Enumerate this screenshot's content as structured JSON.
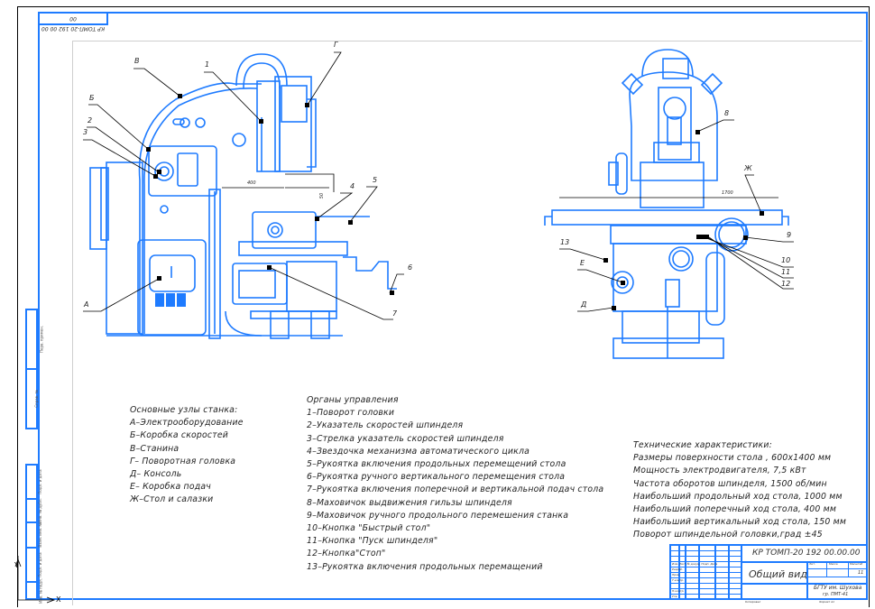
{
  "drawing": {
    "document_code": "КР ТОМП-20 192 00.00.00",
    "document_code_mirrored": "КР ТОМП-20 192 00 00 00",
    "title": "Общий вид",
    "organization": "БГТУ им. Шухова",
    "group": "гр. ПМТ-41",
    "sheet_label": "11",
    "axis_y": "Y",
    "axis_x": "X"
  },
  "colors": {
    "line": "#1e7bff",
    "leader": "#000000",
    "text": "#222222"
  },
  "dimensions": {
    "front_width": "400",
    "front_height": "50",
    "side_width": "1700"
  },
  "front_view_labels": {
    "A": "А",
    "B": "Б",
    "V": "В",
    "G": "Г",
    "n1": "1",
    "n2": "2",
    "n3": "3",
    "n4": "4",
    "n5": "5",
    "n6": "6",
    "n7": "7"
  },
  "side_view_labels": {
    "n8": "8",
    "Zh": "Ж",
    "n9": "9",
    "n10": "10",
    "n11": "11",
    "n12": "12",
    "n13": "13",
    "E": "Е",
    "D": "Д"
  },
  "main_units": {
    "heading": "Основные узлы станка:",
    "items": [
      "А–Электрооборудование",
      "Б–Коробка скоростей",
      "В–Станина",
      "Г– Поворотная головка",
      "Д– Консоль",
      "Е– Коробка подач",
      "Ж–Стол и салазки"
    ]
  },
  "controls": {
    "heading": "Органы управления",
    "items": [
      "1–Поворот головки",
      "2–Указатель скоростей шпинделя",
      "3–Стрелка указатель скоростей шпинделя",
      "4–Звездочка механизма автоматического цикла",
      "5–Рукоятка включения продольных перемещений стола",
      "6–Рукоятка ручного вертикального перемещения стола",
      "7–Рукоятка включения поперечной и вертикальной подач стола",
      "8–Маховичок выдвижения гильзы шпинделя",
      "9–Маховичок ручного продольного перемешения станка",
      "10–Кнопка \"Быстрый стол\"",
      "11–Кнопка \"Пуск шпинделя\"",
      "12–Кнопка\"Стоп\"",
      "13–Рукоятка включения продольных перемащений"
    ]
  },
  "specs": {
    "heading": "Технические характеристики:",
    "items": [
      "Размеры поверхности стола , 600х1400 мм",
      "Мощность электродвигателя, 7,5 кВт",
      "Частота оборотов шпинделя, 1500 об/мин",
      "Наибольший продольный ход стола, 1000 мм",
      "Наибольший поперечный ход стола, 400 мм",
      "Наибольший вертикальный ход стола, 150 мм",
      "Поворот шпиндельной головки,град ±45"
    ]
  },
  "title_block": {
    "headers": [
      "Изм.",
      "Лист",
      "№ докум.",
      "Подп.",
      "Дата"
    ],
    "roles": [
      "Разраб.",
      "Пров.",
      "Т.контр.",
      "Н.контр.",
      "Утв."
    ],
    "right_headers": [
      "Лит.",
      "Масса",
      "Масштаб"
    ],
    "sheet_row": [
      "Лист",
      "Листов 1"
    ],
    "copied": "Копировал",
    "format": "Формат А1"
  },
  "side_strip": [
    "Перв. примен.",
    "Справ. №",
    "Подп. и дата",
    "Инв. № дубл.",
    "Взам. инв. №",
    "Подп. и дата",
    "Инв. № подл."
  ]
}
